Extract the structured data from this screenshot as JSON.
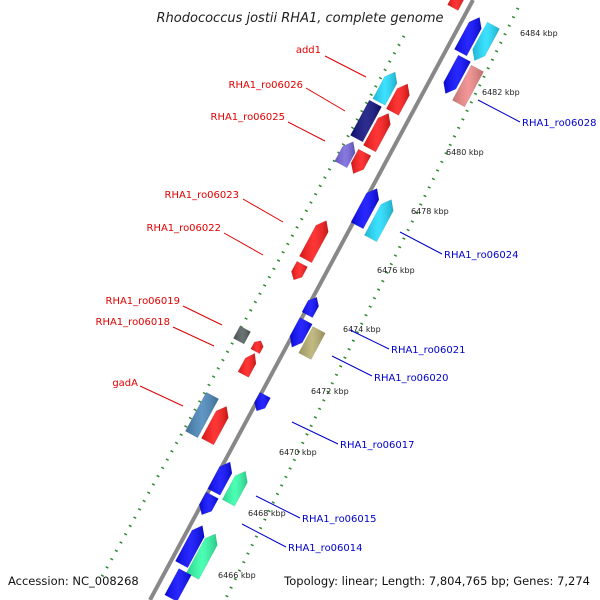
{
  "title": "Rhodococcus jostii RHA1, complete genome",
  "footer": {
    "accession": "Accession: NC_008268",
    "topology": "Topology: linear; Length: 7,804,765 bp; Genes: 7,274"
  },
  "ticks": [
    "6466 kbp",
    "6468 kbp",
    "6470 kbp",
    "6472 kbp",
    "6474 kbp",
    "6476 kbp",
    "6478 kbp",
    "6480 kbp",
    "6482 kbp",
    "6484 kbp"
  ],
  "genes_left": [
    "add1",
    "RHA1_ro06026",
    "RHA1_ro06025",
    "RHA1_ro06023",
    "RHA1_ro06022",
    "RHA1_ro06019",
    "RHA1_ro06018",
    "gadA"
  ],
  "genes_right": [
    "RHA1_ro06028",
    "RHA1_ro06024",
    "RHA1_ro06021",
    "RHA1_ro06020",
    "RHA1_ro06017",
    "RHA1_ro06015",
    "RHA1_ro06014"
  ],
  "colors": {
    "red": "#ff1a1a",
    "blue": "#0a0aff",
    "cyan": "#22ddff",
    "teal": "#33ffaa",
    "pink": "#f08888",
    "navy": "#101080",
    "purple": "#7766dd",
    "steel": "#4a88bb",
    "olive": "#b8b070",
    "gray": "#556060",
    "axis": "#888888",
    "tick": "#2f8a2f"
  }
}
